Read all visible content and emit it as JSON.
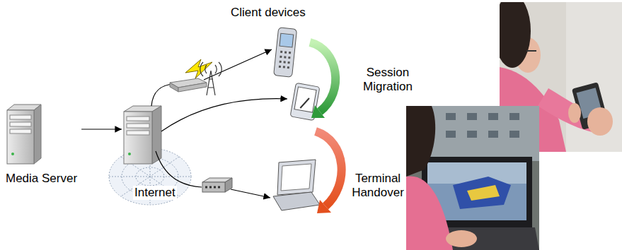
{
  "diagram": {
    "nodes": [
      {
        "text": [
          "Media Server"
        ]
      },
      {
        "text": [
          "Internet"
        ]
      }
    ],
    "edges": [
      {
        "from": 0,
        "to": 1,
        "arrow": "to"
      }
    ],
    "labels": [
      "Client devices",
      "Session Migration",
      "Terminal Handover"
    ]
  }
}
